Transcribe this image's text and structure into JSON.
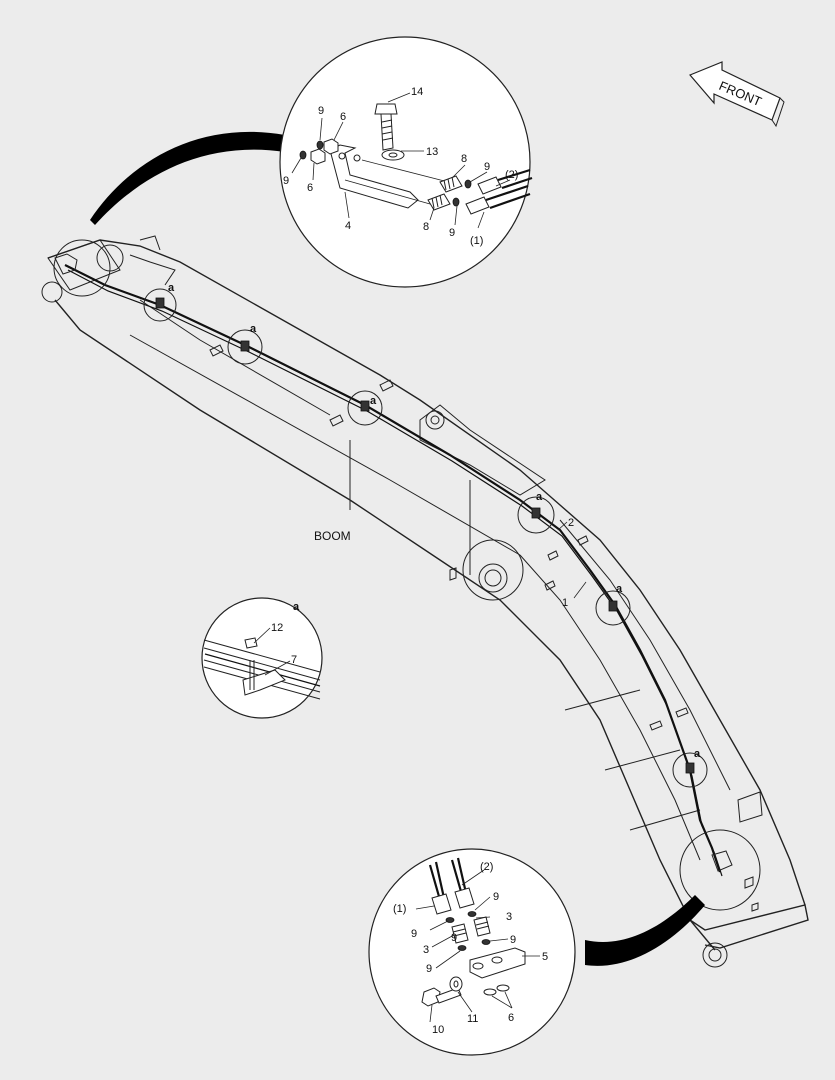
{
  "direction": {
    "label": "FRONT"
  },
  "assembly": {
    "label": "BOOM"
  },
  "detail_a": {
    "title": "a",
    "callouts": [
      "12",
      "7"
    ]
  },
  "detail_top": {
    "callouts": [
      "14",
      "9",
      "6",
      "13",
      "9",
      "6",
      "8",
      "9",
      "(2)",
      "4",
      "8",
      "9",
      "(1)"
    ]
  },
  "detail_bottom": {
    "callouts": [
      "(2)",
      "(1)",
      "9",
      "3",
      "9",
      "9",
      "3",
      "9",
      "9",
      "5",
      "10",
      "11",
      "6"
    ]
  },
  "boom_callouts": [
    "2",
    "1"
  ],
  "clamp_markers": [
    "a",
    "a",
    "a",
    "a",
    "a",
    "a"
  ]
}
